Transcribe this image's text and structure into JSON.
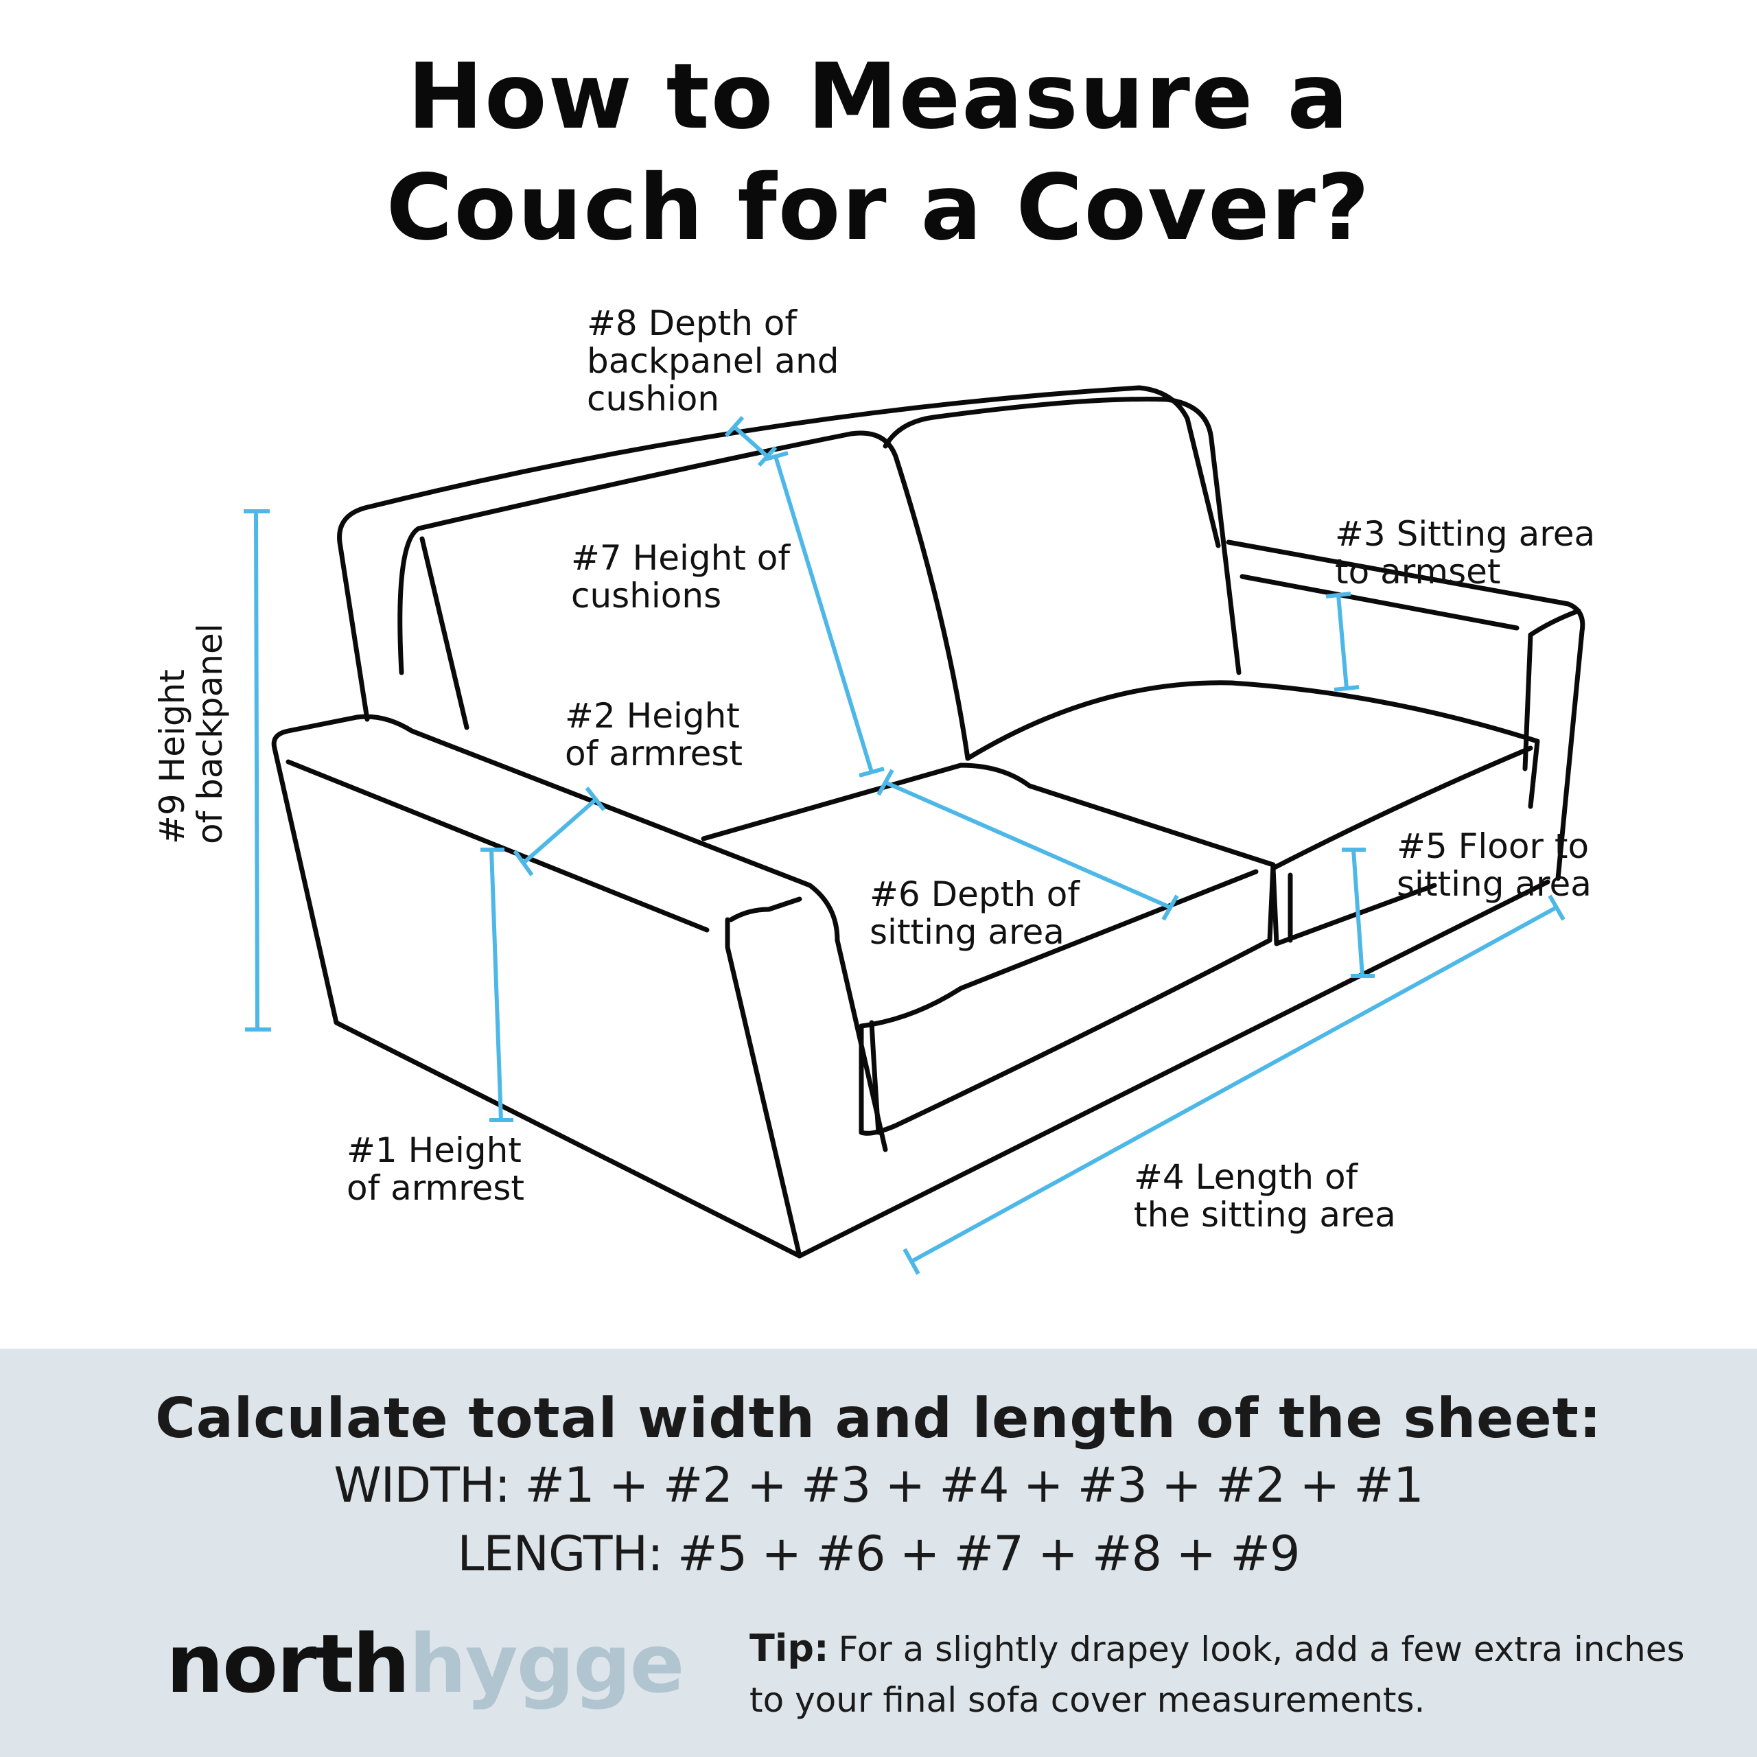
{
  "title": {
    "line1": "How to Measure a",
    "line2": "Couch for a Cover?"
  },
  "colors": {
    "measure_line": "#4db8e8",
    "outline": "#0a0a0a",
    "footer_bg": "#dde5eb",
    "logo_primary": "#111111",
    "logo_secondary": "#b1c5d0"
  },
  "labels": {
    "m1": {
      "line1": "#1 Height",
      "line2": "of armrest"
    },
    "m2": {
      "line1": "#2 Height",
      "line2": "of armrest"
    },
    "m3": {
      "line1": "#3 Sitting area",
      "line2": "to armset"
    },
    "m4": {
      "line1": "#4 Length of",
      "line2": "the sitting area"
    },
    "m5": {
      "line1": "#5 Floor to",
      "line2": "sitting area"
    },
    "m6": {
      "line1": "#6 Depth of",
      "line2": "sitting area"
    },
    "m7": {
      "line1": "#7 Height of",
      "line2": "cushions"
    },
    "m8": {
      "line1": "#8 Depth of",
      "line2": "backpanel and",
      "line3": "cushion"
    },
    "m9": {
      "line1": "#9 Height",
      "line2": "of backpanel"
    }
  },
  "footer": {
    "heading": "Calculate total width and length of the sheet:",
    "width_formula": "WIDTH: #1 + #2 + #3 + #4 + #3 + #2 + #1",
    "length_formula": "LENGTH: #5 + #6 + #7 + #8 + #9",
    "logo": {
      "part1": "north",
      "part2": "hygge"
    },
    "tip": {
      "label": "Tip:",
      "text": "For a slightly drapey look, add a few extra inches to your final sofa cover measurements."
    }
  }
}
